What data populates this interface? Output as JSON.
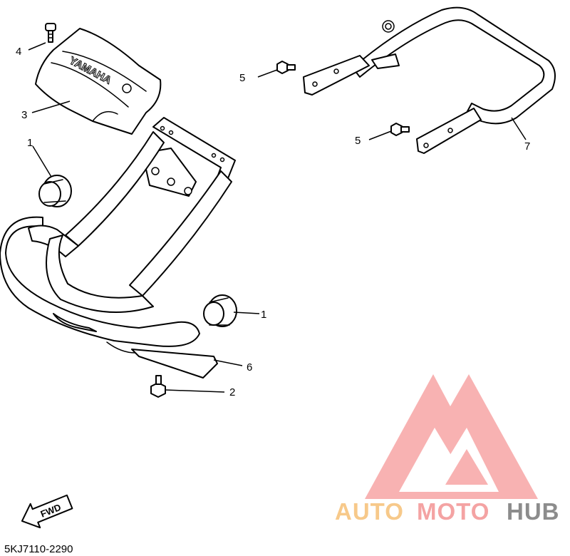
{
  "callouts": {
    "c1a": "1",
    "c1b": "1",
    "c2": "2",
    "c3": "3",
    "c4": "4",
    "c5a": "5",
    "c5b": "5",
    "c6": "6",
    "c7": "7"
  },
  "cover_text": "YAMAHA",
  "fwd_label": "FWD",
  "diagram_code": "5KJ7110-2290",
  "watermark": {
    "part1": "AUTO",
    "part2": "MOTO",
    "part3": "HUB",
    "colors": {
      "auto": "#f7c98a",
      "moto": "#f4a3a3",
      "hub": "#8c8c8c",
      "logo": "#f7a5a5"
    }
  }
}
